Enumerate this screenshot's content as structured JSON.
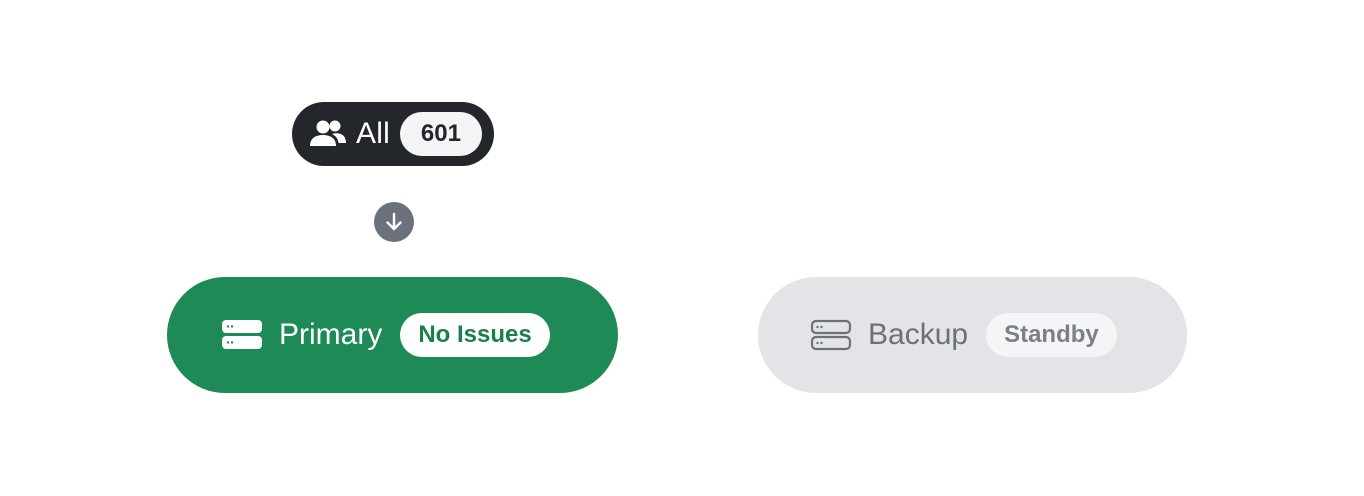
{
  "all_node": {
    "icon": "users-icon",
    "label": "All",
    "count": "601"
  },
  "connector": {
    "icon": "arrow-down-icon"
  },
  "primary_node": {
    "icon": "server-icon",
    "label": "Primary",
    "status": "No Issues",
    "color": "#1e8a56"
  },
  "backup_node": {
    "icon": "server-icon",
    "label": "Backup",
    "status": "Standby",
    "color": "#e3e4e7"
  }
}
